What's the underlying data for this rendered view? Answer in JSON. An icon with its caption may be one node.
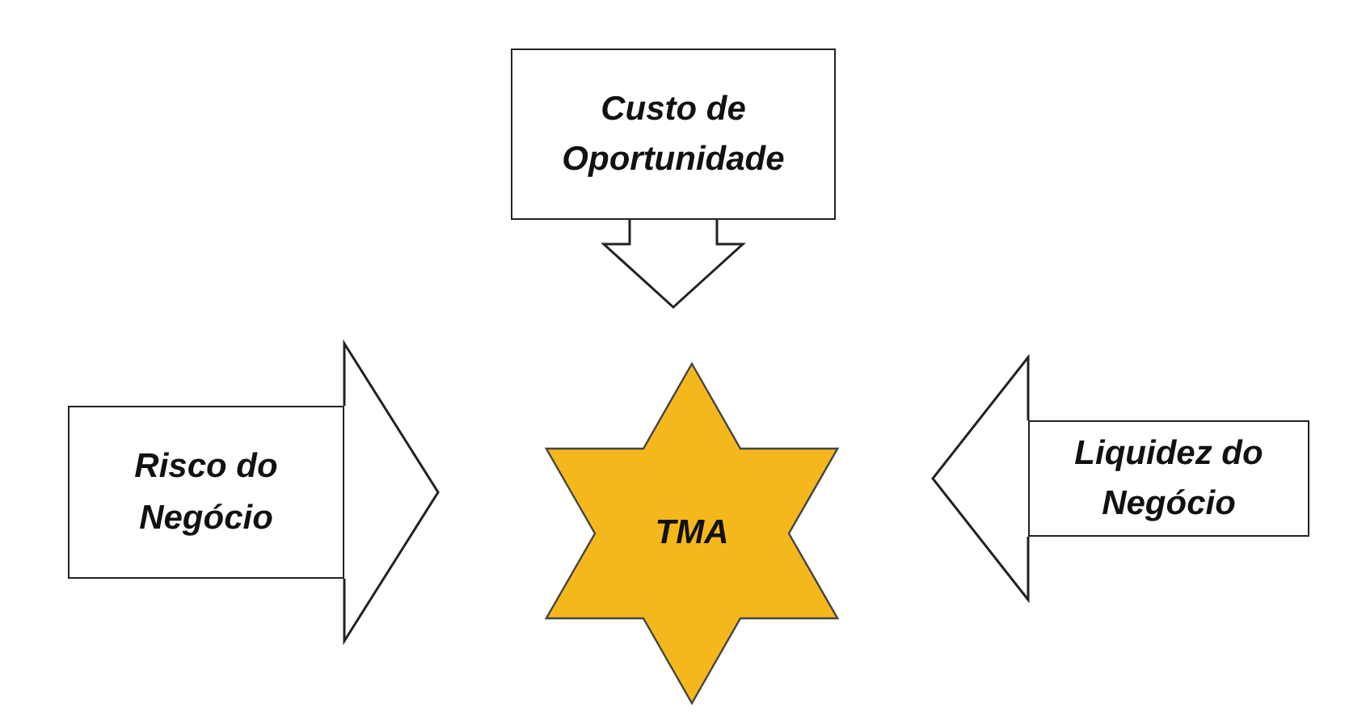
{
  "diagram": {
    "nodes": [
      {
        "text": [
          "Custo de Oportunidade"
        ]
      },
      {
        "text": [
          "Risco do Negócio"
        ]
      },
      {
        "text": [
          "TMA"
        ]
      },
      {
        "text": [
          "Liquidez do Negócio"
        ]
      }
    ],
    "edges": [
      {
        "from": 0,
        "to": 2,
        "arrow": "to"
      },
      {
        "from": 1,
        "to": 2,
        "arrow": "to"
      },
      {
        "from": 3,
        "to": 2,
        "arrow": "to"
      }
    ]
  }
}
